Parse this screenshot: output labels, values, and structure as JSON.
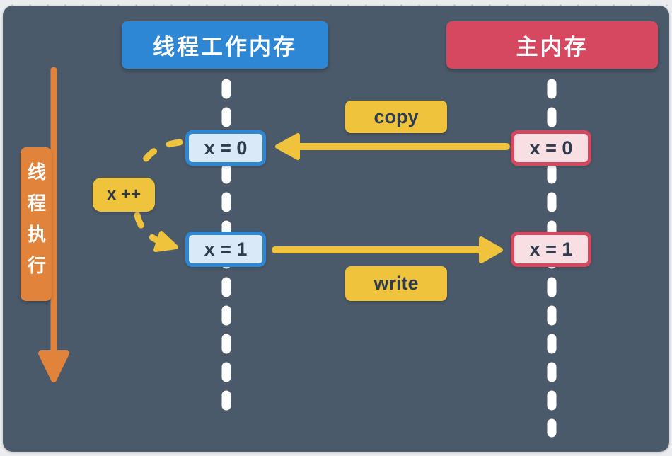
{
  "headers": {
    "working_memory": "线程工作内存",
    "main_memory": "主内存"
  },
  "side_label": {
    "text": "线程执行"
  },
  "ops": {
    "copy": "copy",
    "write": "write",
    "increment": "x ++"
  },
  "values": {
    "working_initial": "x = 0",
    "working_updated": "x = 1",
    "main_initial": "x = 0",
    "main_updated": "x = 1"
  },
  "colors": {
    "page_bg": "#EAECEF",
    "panel_bg": "#4B5A6A",
    "blue": "#2E87D5",
    "blue_light": "#D9E9F8",
    "red": "#D5485F",
    "red_light": "#F8DFE4",
    "yellow": "#F0C33C",
    "orange": "#E2833C",
    "dark_text": "#2E3C50",
    "white": "#FFFFFF"
  }
}
